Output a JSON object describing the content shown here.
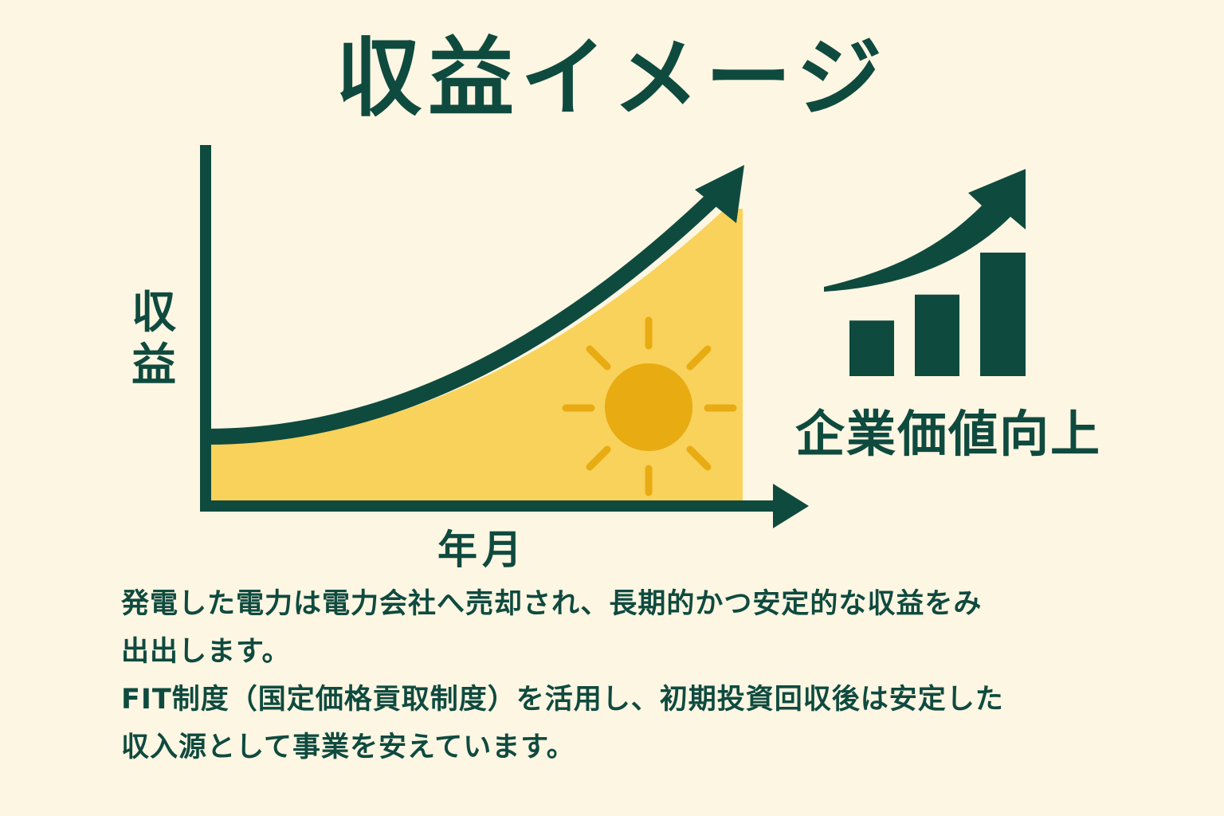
{
  "title": "収益イメージ",
  "chart": {
    "ylabel": "収\n益",
    "xlabel": "年月",
    "curve_color": "#0f4a3f",
    "fill_color": "#f8d25a",
    "sun_color": "#e8a80c"
  },
  "badge": {
    "label": "企業価値向上",
    "bar_levels": [
      0.45,
      0.66,
      1.0
    ],
    "color": "#0f4a3f"
  },
  "description": {
    "line1": "発電した電力は電力会社へ売却され、長期的かつ安定的な収益をみ",
    "line2": "出出します。",
    "line3": "FIT制度（国定価格貢取制度）を活用し、初期投資回収後は安定した",
    "line4": "収入源として事業を安えています。"
  }
}
